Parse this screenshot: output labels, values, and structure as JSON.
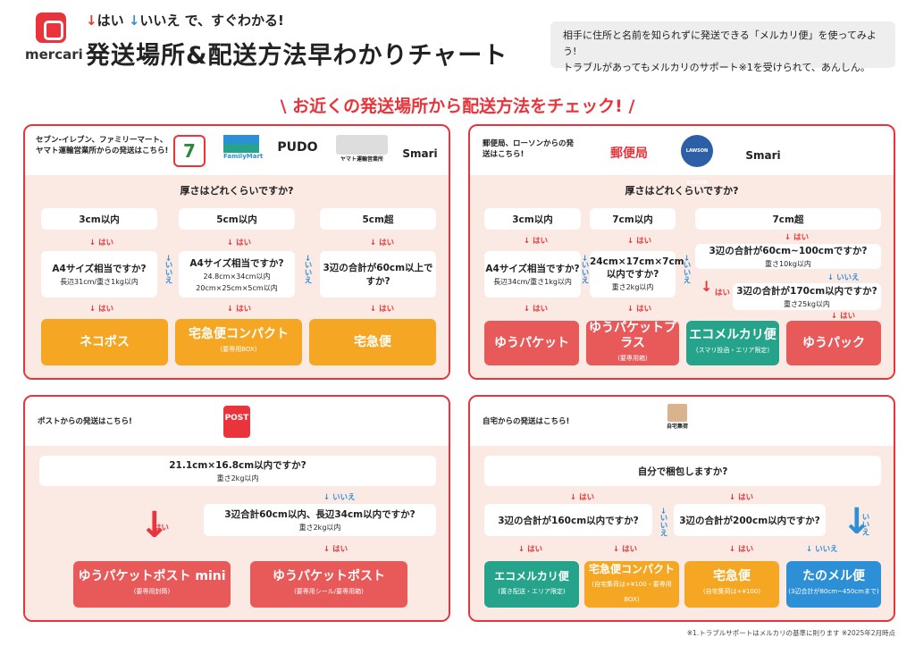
{
  "header": {
    "logo_text": "mercari",
    "subtitle_yes": "はい",
    "subtitle_no": "いいえ",
    "subtitle_rest": "で、すぐわかる!",
    "title": "発送場所&配送方法早わかりチャート",
    "info_line1": "相手に住所と名前を知られずに発送できる「メルカリ便」を使ってみよう!",
    "info_line2": "トラブルがあってもメルカリのサポート※1を受けられて、あんしん。"
  },
  "banner": "\\ お近くの発送場所から配送方法をチェック! /",
  "common": {
    "yes": "はい",
    "no": "いいえ"
  },
  "panel1": {
    "source": "セブン-イレブン、ファミリーマート、ヤマト運輸営業所からの発送はこちら!",
    "brands": [
      "7-ELEVEN",
      "FamilyMart",
      "PUDO",
      "ヤマト運輸営業所",
      "Smari"
    ],
    "question": "厚さはどれくらいですか?",
    "opt1": "3cm以内",
    "opt2": "5cm以内",
    "opt3": "5cm超",
    "q1": "A4サイズ相当ですか?",
    "q1_sub": "長辺31cm/重さ1kg以内",
    "q2": "A4サイズ相当ですか?",
    "q2_sub1": "24.8cm×34cm以内",
    "q2_sub2": "20cm×25cm×5cm以内",
    "q3": "3辺の合計が60cm以上ですか?",
    "r1": "ネコポス",
    "r2": "宅急便コンパクト",
    "r2_sub": "(要専用BOX)",
    "r3": "宅急便"
  },
  "panel2": {
    "source": "郵便局、ローソンからの発送はこちら!",
    "brands": [
      "郵便局",
      "LAWSON STATION",
      "Smari"
    ],
    "question": "厚さはどれくらいですか?",
    "opt1": "3cm以内",
    "opt2": "7cm以内",
    "opt3": "7cm超",
    "q1": "A4サイズ相当ですか?",
    "q1_sub": "長辺34cm/重さ1kg以内",
    "q2": "24cm×17cm×7cm以内ですか?",
    "q2_sub": "重さ2kg以内",
    "q3": "3辺の合計が60cm~100cmですか?",
    "q3_sub": "重さ10kg以内",
    "q4": "3辺の合計が170cm以内ですか?",
    "q4_sub": "重さ25kg以内",
    "r1": "ゆうパケット",
    "r2": "ゆうパケットプラス",
    "r2_sub": "(要専用箱)",
    "r3": "エコメルカリ便",
    "r3_sub": "(スマリ投函・エリア限定)",
    "r4": "ゆうパック"
  },
  "panel3": {
    "source": "ポストからの発送はこちら!",
    "brand": "POST",
    "q1": "21.1cm×16.8cm以内ですか?",
    "q1_sub": "重さ2kg以内",
    "q2": "3辺合計60cm以内、長辺34cm以内ですか?",
    "q2_sub": "重さ2kg以内",
    "r1": "ゆうパケットポスト mini",
    "r1_sub": "(要専用封筒)",
    "r2": "ゆうパケットポスト",
    "r2_sub": "(要専用シール/要専用箱)"
  },
  "panel4": {
    "source": "自宅からの発送はこちら!",
    "brand": "自宅集荷",
    "question": "自分で梱包しますか?",
    "q1": "3辺の合計が160cm以内ですか?",
    "q2": "3辺の合計が200cm以内ですか?",
    "r1": "エコメルカリ便",
    "r1_sub": "(置き配送・エリア限定)",
    "r2": "宅急便コンパクト",
    "r2_sub": "(自宅集荷は+¥100・要専用BOX)",
    "r3": "宅急便",
    "r3_sub": "(自宅集荷は+¥100)",
    "r4": "たのメル便",
    "r4_sub": "(3辺合計が80cm~450cmまで)"
  },
  "footnote": "※1.トラブルサポートはメルカリの基準に則ります  ※2025年2月時点",
  "colors": {
    "accent": "#e8343a",
    "orange": "#f5a623",
    "red": "#e85a5a",
    "green": "#25a38b",
    "blue": "#2d8fd6"
  }
}
